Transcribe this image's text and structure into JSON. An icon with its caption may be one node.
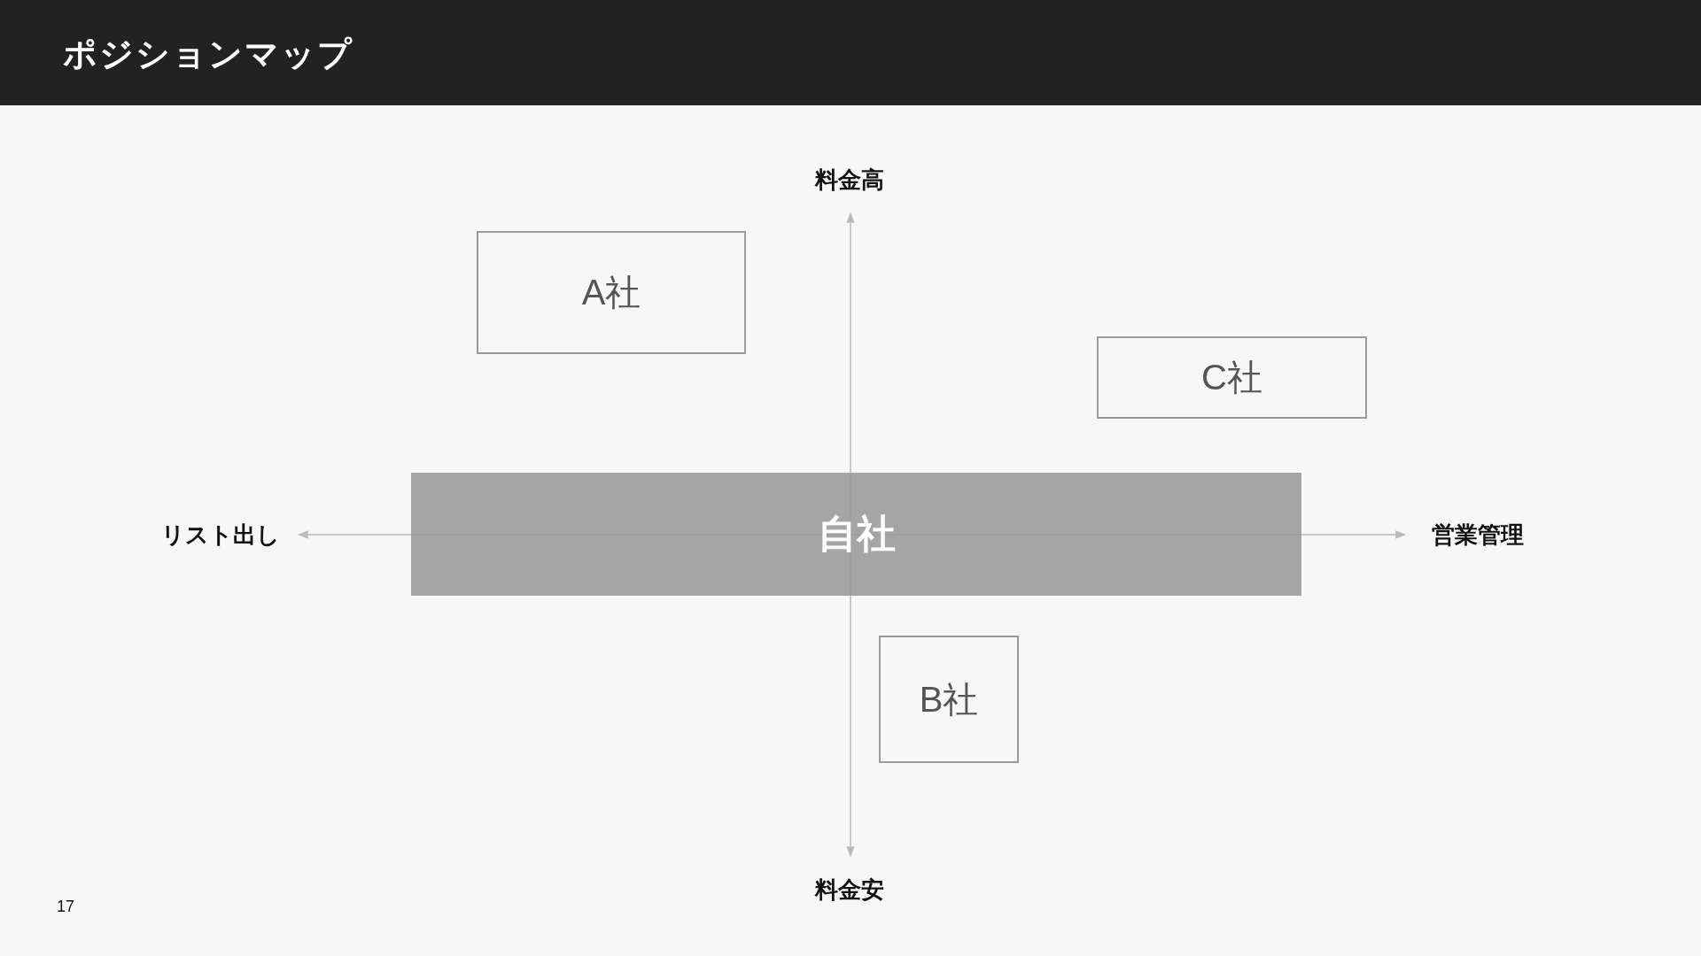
{
  "diagram": {
    "title": "ポジションマップ",
    "nodes": [
      {
        "text": [
          "A社"
        ]
      },
      {
        "text": [
          "C社"
        ]
      },
      {
        "text": [
          "自社"
        ]
      },
      {
        "text": [
          "B社"
        ]
      }
    ],
    "labels": [
      "料金高",
      "リスト出し",
      "営業管理",
      "料金安",
      "17"
    ]
  }
}
